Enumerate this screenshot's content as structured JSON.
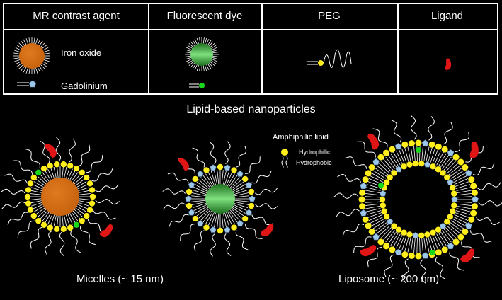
{
  "table": {
    "columns": [
      {
        "header": "MR contrast agent",
        "items": [
          "Iron oxide",
          "Gadolinium"
        ]
      },
      {
        "header": "Fluorescent dye",
        "items": []
      },
      {
        "header": "PEG",
        "items": []
      },
      {
        "header": "Ligand",
        "items": []
      }
    ]
  },
  "scene": {
    "title": "Lipid-based nanoparticles",
    "legend": {
      "title": "Amphiphilic lipid",
      "hydrophilic": "Hydrophilic",
      "hydrophobic": "Hydrophobic"
    },
    "captions": {
      "micelles": "Micelles (~ 15 nm)",
      "liposome": "Liposome (~ 200 nm)"
    }
  },
  "colors": {
    "iron_oxide": "#c4600c",
    "fluorescent_dye": "#2e9c2e",
    "lipid_head": "#ffee1a",
    "gadolinium": "#9ec6e8",
    "ligand": "#e01616",
    "dye_dot": "#18d818",
    "line": "#ffffff"
  }
}
